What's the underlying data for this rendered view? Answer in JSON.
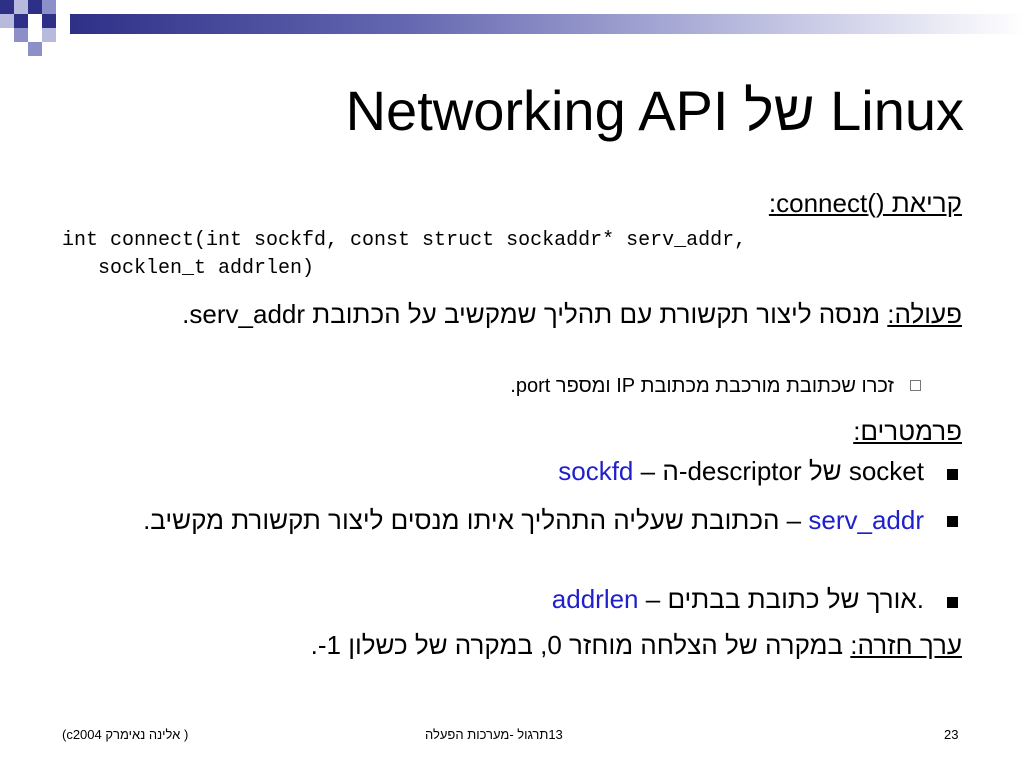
{
  "slide": {
    "title": "Linux של Networking API",
    "call_heading": "קריאת ()connect:",
    "signature_line1": "int connect(int sockfd, const struct sockaddr* serv_addr,",
    "signature_line2": "socklen_t addrlen)",
    "action_label": "פעולה:",
    "action_text": " מנסה ליצור תקשורת עם תהליך שמקשיב על הכתובת serv_addr.",
    "note": "זכרו שכתובת מורכבת מכתובת IP ומספר port.",
    "params_label": "פרמטרים:",
    "params": [
      {
        "name": "sockfd",
        "desc": " – ה-descriptor של  socket"
      },
      {
        "name": "serv_addr",
        "desc": " – הכתובת שעליה התהליך איתו מנסים ליצור תקשורת מקשיב."
      },
      {
        "name": "addrlen",
        "desc": " – אורך של כתובת בבתים."
      }
    ],
    "return_label": "ערך חזרה:",
    "return_text": " במקרה של הצלחה מוחזר 0, במקרה של כשלון 1-."
  },
  "footer": {
    "left": "(c2004 אלינה נאימרק )",
    "center": "13תרגול  -מערכות הפעלה",
    "page_number": "23"
  },
  "colors": {
    "accent": "#2e3088",
    "param_name": "#1f1fcc"
  }
}
